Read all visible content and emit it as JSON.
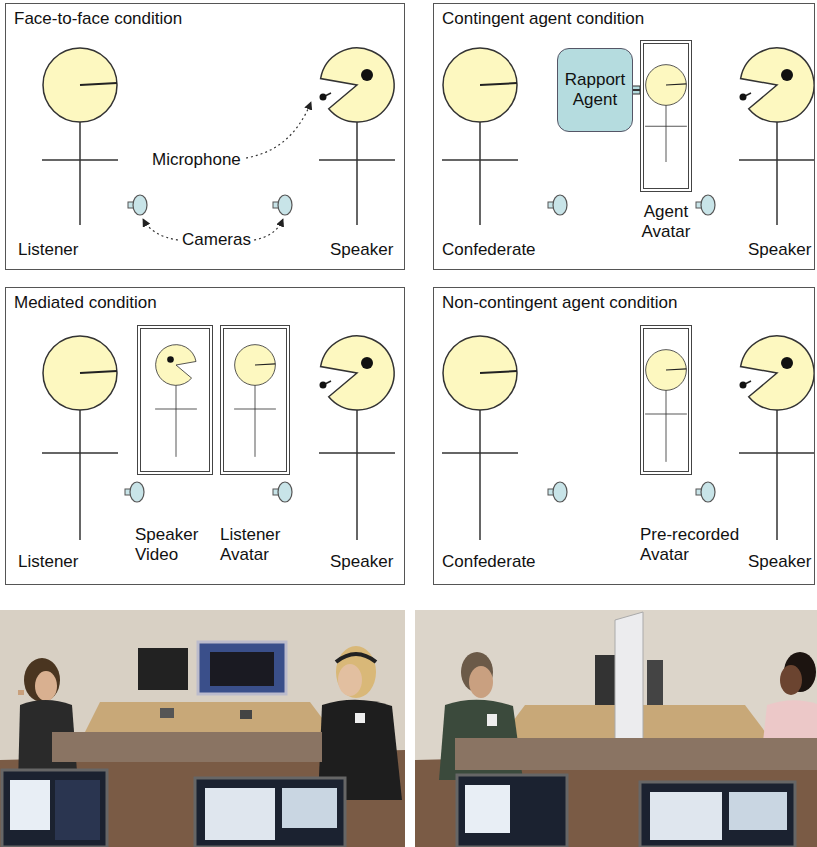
{
  "diagram": {
    "nodes": [
      {
        "text": [
          "Face-to-face condition"
        ]
      },
      {
        "text": [
          "Contingent agent condition"
        ]
      },
      {
        "text": [
          "Rapport Agent"
        ],
        "in": 1
      },
      {
        "text": [
          "Agent Avatar"
        ],
        "in": 1
      },
      {
        "text": [
          "Mediated condition"
        ]
      },
      {
        "text": [
          "Speaker Video"
        ],
        "in": 4
      },
      {
        "text": [
          "Listener Avatar"
        ],
        "in": 4
      },
      {
        "text": [
          "Non-contingent agent condition"
        ]
      },
      {
        "text": [
          "Pre-recorded Avatar"
        ],
        "in": 7
      }
    ],
    "edges": [
      {
        "from": 2,
        "to": 3,
        "arrow": "none"
      }
    ],
    "labels": [
      "Listener",
      "Microphone",
      "Cameras",
      "Speaker",
      "Confederate",
      "Speaker",
      "Listener",
      "Speaker",
      "Confederate",
      "Speaker"
    ]
  }
}
